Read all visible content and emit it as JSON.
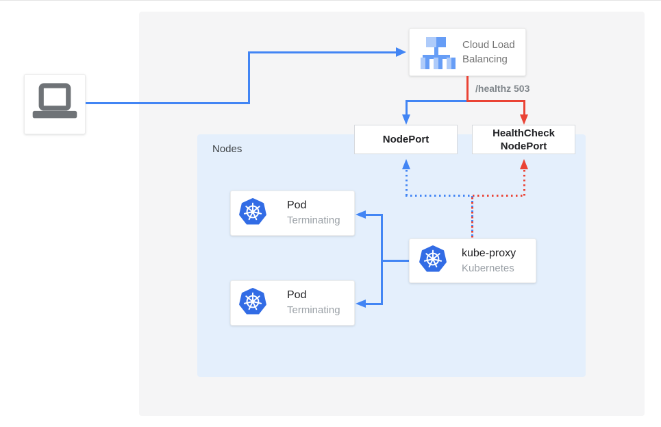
{
  "diagram": {
    "client": {
      "icon": "laptop-icon"
    },
    "cloud_load_balancing": {
      "icon": "load-balancer-icon",
      "label_line1": "Cloud Load",
      "label_line2": "Balancing"
    },
    "healthz_label": "/healthz 503",
    "nodeport": {
      "label": "NodePort"
    },
    "healthcheck_nodeport": {
      "label_line1": "HealthCheck",
      "label_line2": "NodePort"
    },
    "nodes_region": {
      "label": "Nodes"
    },
    "pods": [
      {
        "icon": "kubernetes-icon",
        "title": "Pod",
        "subtitle": "Terminating"
      },
      {
        "icon": "kubernetes-icon",
        "title": "Pod",
        "subtitle": "Terminating"
      }
    ],
    "kube_proxy": {
      "icon": "kubernetes-icon",
      "title": "kube-proxy",
      "subtitle": "Kubernetes"
    }
  },
  "colors": {
    "accent_blue": "#4285f4",
    "accent_red": "#ea4335",
    "kubernetes_blue": "#326ce5",
    "lb_icon_blue": "#669df6",
    "lb_icon_light_blue": "#aecbfa",
    "panel_gray": "#f5f5f6",
    "nodes_region_blue": "#e4effc",
    "text_dark": "#212124",
    "text_gray": "#757575",
    "text_light_gray": "#9aa0a6",
    "laptop_gray": "#6f7377"
  }
}
